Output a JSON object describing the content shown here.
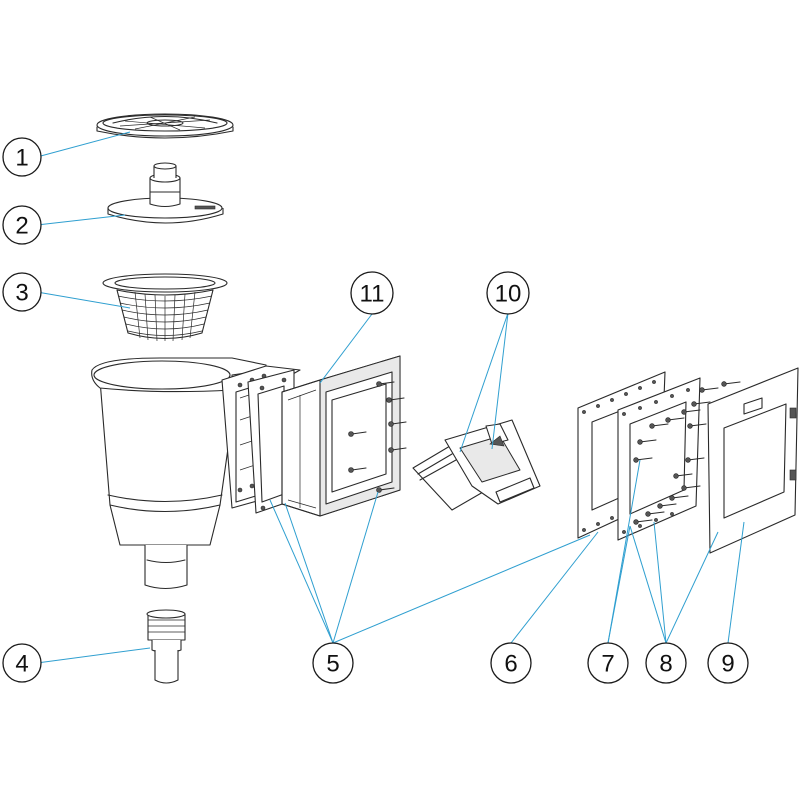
{
  "callouts": [
    {
      "id": "c1",
      "label": "1"
    },
    {
      "id": "c2",
      "label": "2"
    },
    {
      "id": "c3",
      "label": "3"
    },
    {
      "id": "c4",
      "label": "4"
    },
    {
      "id": "c5",
      "label": "5"
    },
    {
      "id": "c6",
      "label": "6"
    },
    {
      "id": "c7",
      "label": "7"
    },
    {
      "id": "c8",
      "label": "8"
    },
    {
      "id": "c9",
      "label": "9"
    },
    {
      "id": "c10",
      "label": "10"
    },
    {
      "id": "c11",
      "label": "11"
    }
  ],
  "colors": {
    "leader": "#2f9fd0",
    "outline": "#2a2a2a",
    "background": "#ffffff"
  }
}
